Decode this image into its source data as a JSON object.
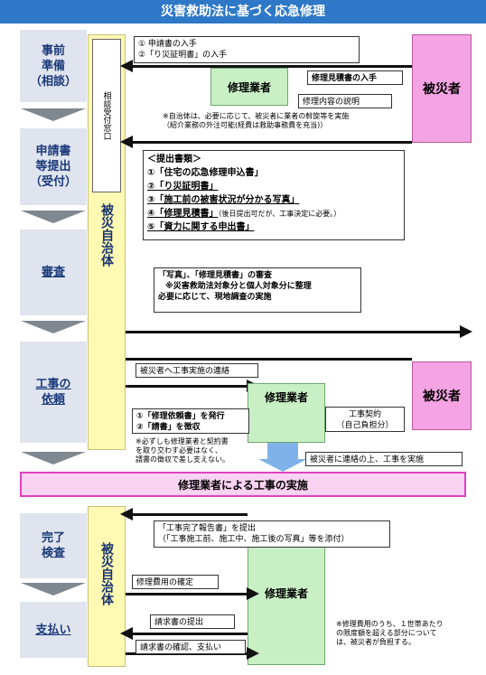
{
  "title": "災害救助法に基づく応急修理",
  "stages": {
    "s1": "事前\n準備\n（相談）",
    "s2": "申請書\n等提出\n（受付）",
    "s3": "審査",
    "s4": "工事の\n依頼",
    "s5": "完了\n検査",
    "s6": "支払い"
  },
  "actors": {
    "municipality_top": "被災自治体",
    "municipality_bottom": "被災自治体",
    "consult_window": "相談受付窓口",
    "contractor": "修理業者",
    "victim": "被災者"
  },
  "step1": {
    "items": "① 申請書の入手\n②「り災証明書」の入手",
    "estimate": "修理見積書の入手",
    "explain": "修理内容の説明",
    "note": "※自治体は、必要に応じて、被災者に業者の斡旋等を実施\n（紹介業務の外注可能(経費は救助事務費を充当)）"
  },
  "docs": {
    "header": "＜提出書類＞",
    "d1": "①「住宅の応急修理申込書」",
    "d2": "②「り災証明書」",
    "d3": "③「施工前の被害状況が分かる写真」",
    "d4": "④「修理見積書」",
    "d4_note": "（後日提出可だが、工事決定に必要。）",
    "d5": "⑤「資力に関する申出書」"
  },
  "review": {
    "line1": "「写真」、「修理見積書」の審査",
    "line2": "※災害救助法対象分と個人対象分に整理",
    "line3": "必要に応じて、現地調査の実施"
  },
  "order": {
    "notify": "被災者へ工事実施の連絡",
    "issue": "①「修理依頼書」を発行\n②「請書」を徴収",
    "contract": "工事契約\n（自己負担分）",
    "note": "※必ずしも修理業者と契約書\nを取り交わす必要はなく、\n請書の徴収で差し支えない。",
    "contact": "被災者に連絡の上、工事を実施"
  },
  "implementation": "修理業者による工事の実施",
  "completion": {
    "report": "「工事完了報告書」を提出\n（「工事施工前、施工中、施工後の写真」等を添付）",
    "confirm": "修理費用の確定",
    "invoice": "請求書の提出",
    "pay": "請求書の確認、支払い",
    "note": "※修理費用のうち、１世帯あたり\nの限度額を超える部分について\nは、被災者が負担する。"
  }
}
